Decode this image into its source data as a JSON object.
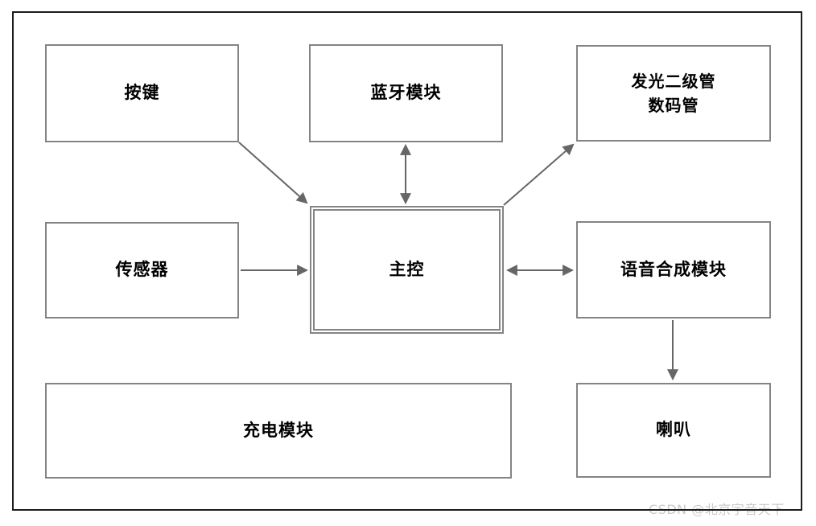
{
  "nodes": {
    "keys": {
      "label": "按键"
    },
    "bluetooth": {
      "label": "蓝牙模块"
    },
    "led": {
      "label": "发光二级管\n数码管"
    },
    "sensor": {
      "label": "传感器"
    },
    "mcu": {
      "label": "主控"
    },
    "tts": {
      "label": "语音合成模块"
    },
    "charger": {
      "label": "充电模块"
    },
    "speaker": {
      "label": "喇叭"
    }
  },
  "connections": [
    {
      "from": "按键",
      "to": "主控",
      "type": "arrow"
    },
    {
      "from": "蓝牙模块",
      "to": "主控",
      "type": "double-arrow"
    },
    {
      "from": "主控",
      "to": "发光二级管数码管",
      "type": "arrow"
    },
    {
      "from": "传感器",
      "to": "主控",
      "type": "arrow"
    },
    {
      "from": "主控",
      "to": "语音合成模块",
      "type": "double-arrow"
    },
    {
      "from": "语音合成模块",
      "to": "喇叭",
      "type": "arrow"
    }
  ],
  "watermark": "CSDN @北京宇音天下",
  "colors": {
    "box_border": "#848484",
    "arrow": "#666666",
    "outer_border": "#1c1c1c",
    "watermark": "#cbcbcb",
    "text": "#000000",
    "background": "#ffffff"
  }
}
